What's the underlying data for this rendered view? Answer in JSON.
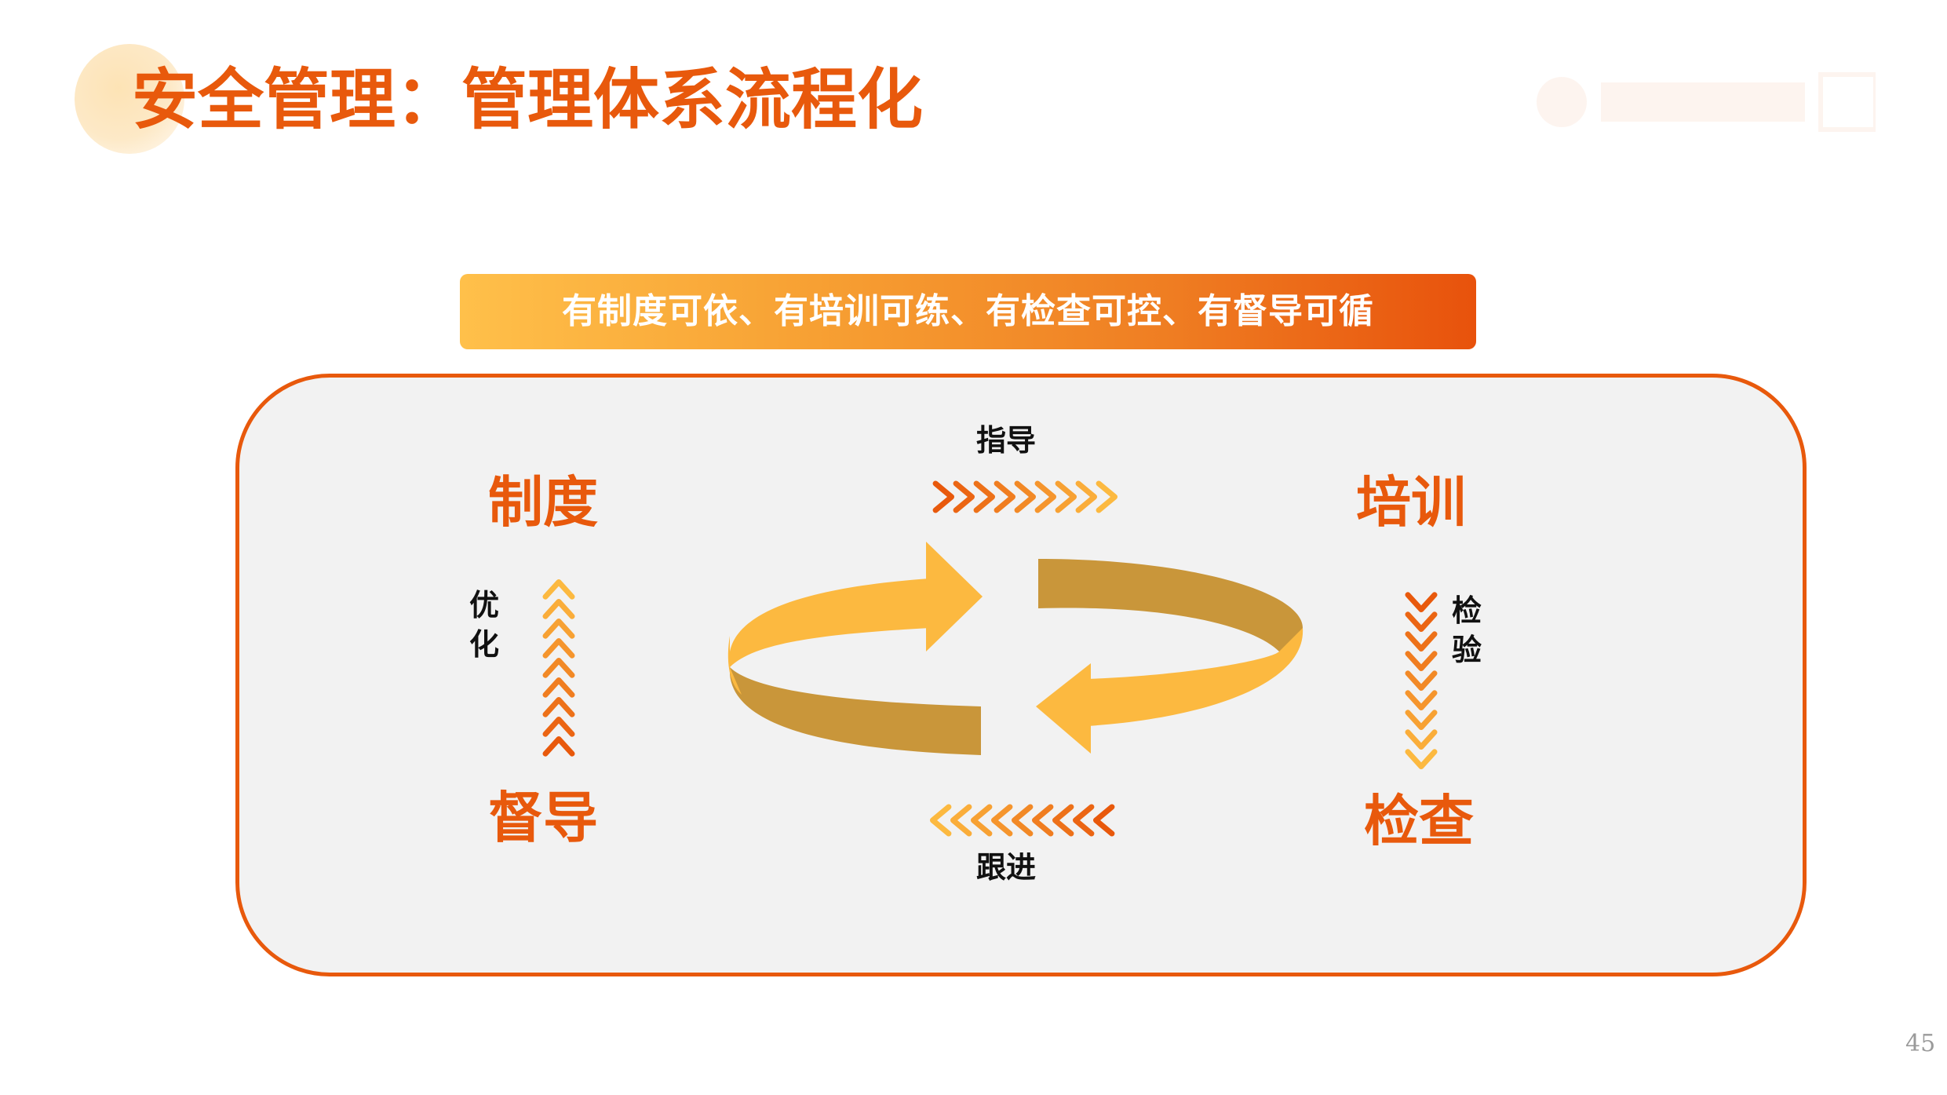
{
  "title": "安全管理：管理体系流程化",
  "banner": "有制度可依、有培训可练、有检查可控、有督导可循",
  "nodes": {
    "top_left": "制度",
    "top_right": "培训",
    "bottom_right": "检查",
    "bottom_left": "督导"
  },
  "links": {
    "top": "指导",
    "right": "检验",
    "bottom": "跟进",
    "left": "优化"
  },
  "page_number": "45",
  "colors": {
    "accent": "#e8590c",
    "orange_light": "#fdb64a",
    "arrow_yellow": "#fcb940",
    "arrow_dark": "#c9963a",
    "frame_fill": "#f2f2f2"
  }
}
